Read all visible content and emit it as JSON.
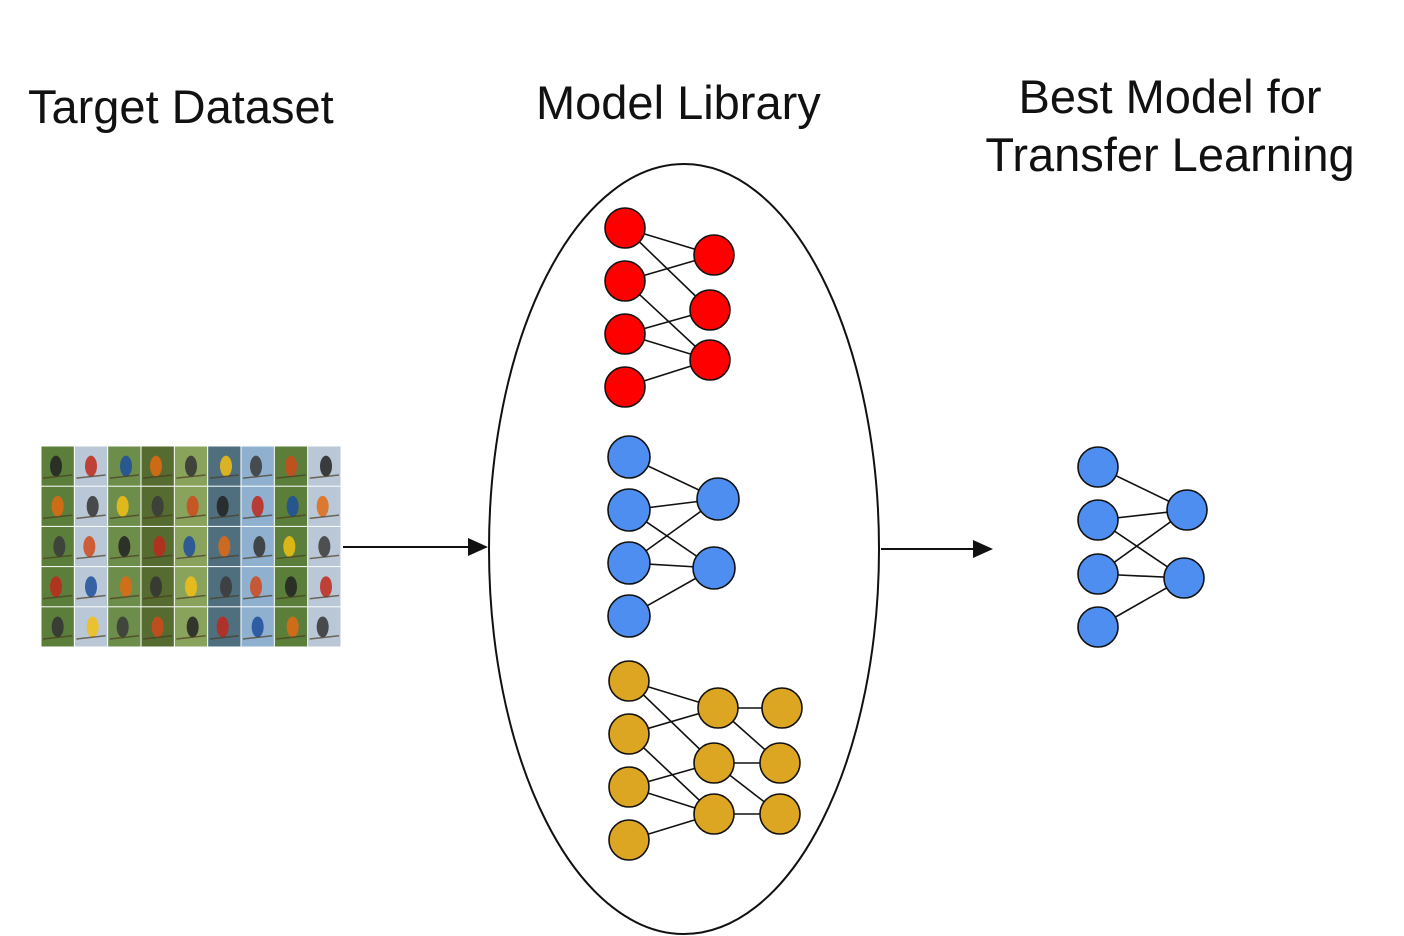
{
  "titles": {
    "target_dataset": "Target Dataset",
    "model_library": "Model Library",
    "best_model_line1": "Best Model for",
    "best_model_line2": "Transfer Learning"
  },
  "colors": {
    "red_model": "#ff0000",
    "blue_model": "#4d8ef0",
    "gold_model": "#dca522",
    "stroke": "#111111"
  },
  "dataset_grid": {
    "rows": 5,
    "cols": 9
  },
  "models": [
    {
      "id": "red-network",
      "color_key": "red_model",
      "layers": [
        4,
        3
      ]
    },
    {
      "id": "blue-network",
      "color_key": "blue_model",
      "layers": [
        4,
        2
      ]
    },
    {
      "id": "gold-network",
      "color_key": "gold_model",
      "layers": [
        4,
        3,
        3
      ]
    },
    {
      "id": "best-network",
      "color_key": "blue_model",
      "layers": [
        4,
        2
      ]
    }
  ]
}
